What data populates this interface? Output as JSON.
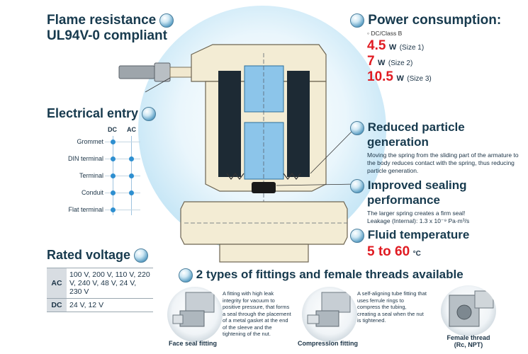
{
  "flame": {
    "line1": "Flame resistance",
    "line2": "UL94V-0 compliant"
  },
  "power": {
    "title": "Power consumption:",
    "note": "DC/Class B",
    "items": [
      {
        "value": "4.5",
        "unit": "W",
        "size": "(Size 1)"
      },
      {
        "value": "7",
        "unit": "W",
        "size": "(Size 2)"
      },
      {
        "value": "10.5",
        "unit": "W",
        "size": "(Size 3)"
      }
    ]
  },
  "electrical": {
    "title": "Electrical entry",
    "col_dc": "DC",
    "col_ac": "AC",
    "rows": [
      {
        "label": "Grommet",
        "dc": true,
        "ac": false
      },
      {
        "label": "DIN terminal",
        "dc": true,
        "ac": true
      },
      {
        "label": "Terminal",
        "dc": true,
        "ac": true
      },
      {
        "label": "Conduit",
        "dc": true,
        "ac": true
      },
      {
        "label": "Flat terminal",
        "dc": true,
        "ac": false
      }
    ]
  },
  "particle": {
    "title1": "Reduced particle",
    "title2": "generation",
    "desc": "Moving the spring from the sliding part of the armature to the body reduces contact with the spring, thus reducing particle generation."
  },
  "sealing": {
    "title1": "Improved sealing",
    "title2": "performance",
    "desc1": "The larger spring creates a firm seal!",
    "desc2": "Leakage (Internal): 1.3 x 10⁻⁹ Pa·m³/s"
  },
  "fluid": {
    "title": "Fluid temperature",
    "value": "5 to 60",
    "unit": "°C"
  },
  "voltage": {
    "title": "Rated voltage",
    "rows": [
      {
        "key": "AC",
        "value": "100 V, 200 V, 110 V, 220 V, 240 V, 48 V, 24 V, 230 V"
      },
      {
        "key": "DC",
        "value": "24 V, 12 V"
      }
    ]
  },
  "fittings": {
    "title": "2 types of fittings and female threads available",
    "face_desc": "A fitting with high leak integrity for vacuum to positive pressure, that forms a seal through the placement of a metal gasket at the end of the sleeve and the tightening of the nut.",
    "face_label": "Face seal fitting",
    "comp_desc": "A self-aligning tube fitting that uses ferrule rings to compress the tubing, creating a seal when the nut is tightened.",
    "comp_label": "Compression fitting",
    "female_label1": "Female thread",
    "female_label2": "(Rc, NPT)"
  },
  "colors": {
    "accent_red": "#e01b22",
    "heading": "#173a4e",
    "glow": "#bfe3f5"
  }
}
